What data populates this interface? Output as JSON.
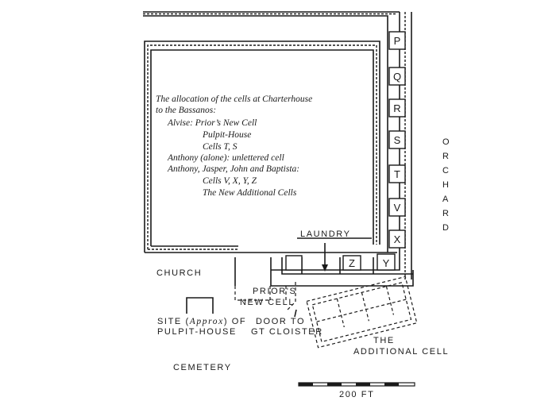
{
  "note": {
    "line1": "The allocation of the cells at Charterhouse",
    "line2": "to the Bassanos:",
    "line3": "Alvise:  Prior’s New Cell",
    "line4": "Pulpit-House",
    "line5": "Cells T, S",
    "line6": "Anthony (alone): unlettered cell",
    "line7": "Anthony, Jasper, John and Baptista:",
    "line8": "Cells V, X, Y, Z",
    "line9": "The New Additional Cells"
  },
  "cells": {
    "p": "P",
    "q": "Q",
    "r": "R",
    "s": "S",
    "t": "T",
    "v": "V",
    "x": "X",
    "y": "Y",
    "z": "Z"
  },
  "labels": {
    "orchard": [
      "O",
      "R",
      "C",
      "H",
      "A",
      "R",
      "D"
    ],
    "laundry": "LAUNDRY",
    "church": "CHURCH",
    "priors_cell_1": "PRIOR'S",
    "priors_cell_2": "NEW CELL",
    "site_1_a": "SITE (",
    "site_1_b": "Approx",
    "site_1_c": ") OF",
    "site_2": "PULPIT-HOUSE",
    "door_1": "DOOR  TO",
    "door_2": "GT  CLOISTER",
    "additional_1": "THE",
    "additional_2": "ADDITIONAL CELL",
    "cemetery": "CEMETERY",
    "scale": "200 FT"
  }
}
